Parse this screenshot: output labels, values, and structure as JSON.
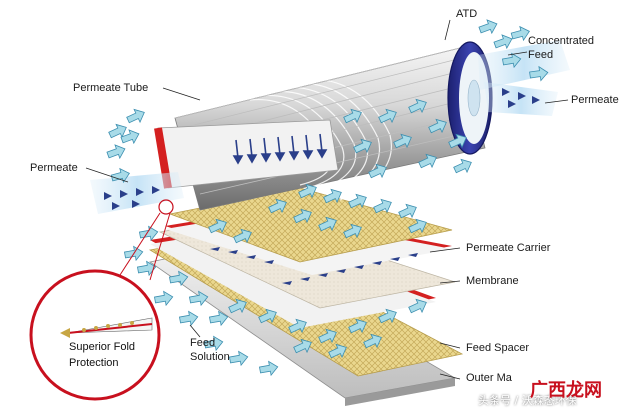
{
  "labels": {
    "atd": "ATD",
    "concentrated_line1": "Concentrated",
    "concentrated_line2": "Feed",
    "permeate_right": "Permeate",
    "permeate_tube": "Permeate Tube",
    "permeate_left": "Permeate",
    "permeate_carrier": "Permeate Carrier",
    "membrane": "Membrane",
    "feed_solution_line1": "Feed",
    "feed_solution_line2": "Solution",
    "feed_spacer": "Feed Spacer",
    "outer_material": "Outer Ma"
  },
  "callout": {
    "line1": "Superior Fold",
    "line2": "Protection"
  },
  "watermark": {
    "left": "头条号 / 沃森态环保",
    "logo": "广西龙网"
  },
  "colors": {
    "tube_body": "#dcdcdc",
    "end_cap": "#2a2f8a",
    "red_layer": "#d02020",
    "feed_spacer": "#e8d48a",
    "membrane": "#eae3d6",
    "arrow_fill": "#a8dbe8",
    "arrow_stroke": "#3c8fb0",
    "flow_dark": "#2a3f8a",
    "callout_ring": "#c8101e"
  }
}
